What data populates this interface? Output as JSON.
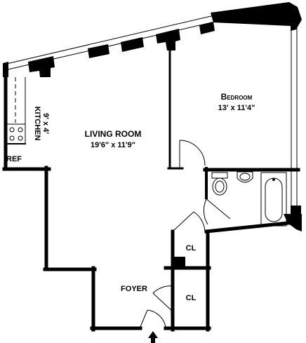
{
  "rooms": {
    "bedroom": {
      "name": "Bedroom",
      "dims": "13' x 11'4\""
    },
    "living_room": {
      "name": "LIVING ROOM",
      "dims": "19'6\" x 11'9\""
    },
    "kitchen": {
      "name": "KITCHEN",
      "dims": "9' x 4'"
    },
    "ref": {
      "name": "REF"
    },
    "foyer": {
      "name": "FOYER"
    },
    "closet_upper": {
      "name": "CL"
    },
    "closet_lower": {
      "name": "CL"
    }
  },
  "colors": {
    "wall": "#000000",
    "fixture": "#000000",
    "background": "#ffffff"
  },
  "icons": {
    "entry": "arrow-up-icon",
    "stove": "stove-icon",
    "toilet": "toilet-icon",
    "sink": "sink-icon",
    "bathtub": "bathtub-icon"
  }
}
